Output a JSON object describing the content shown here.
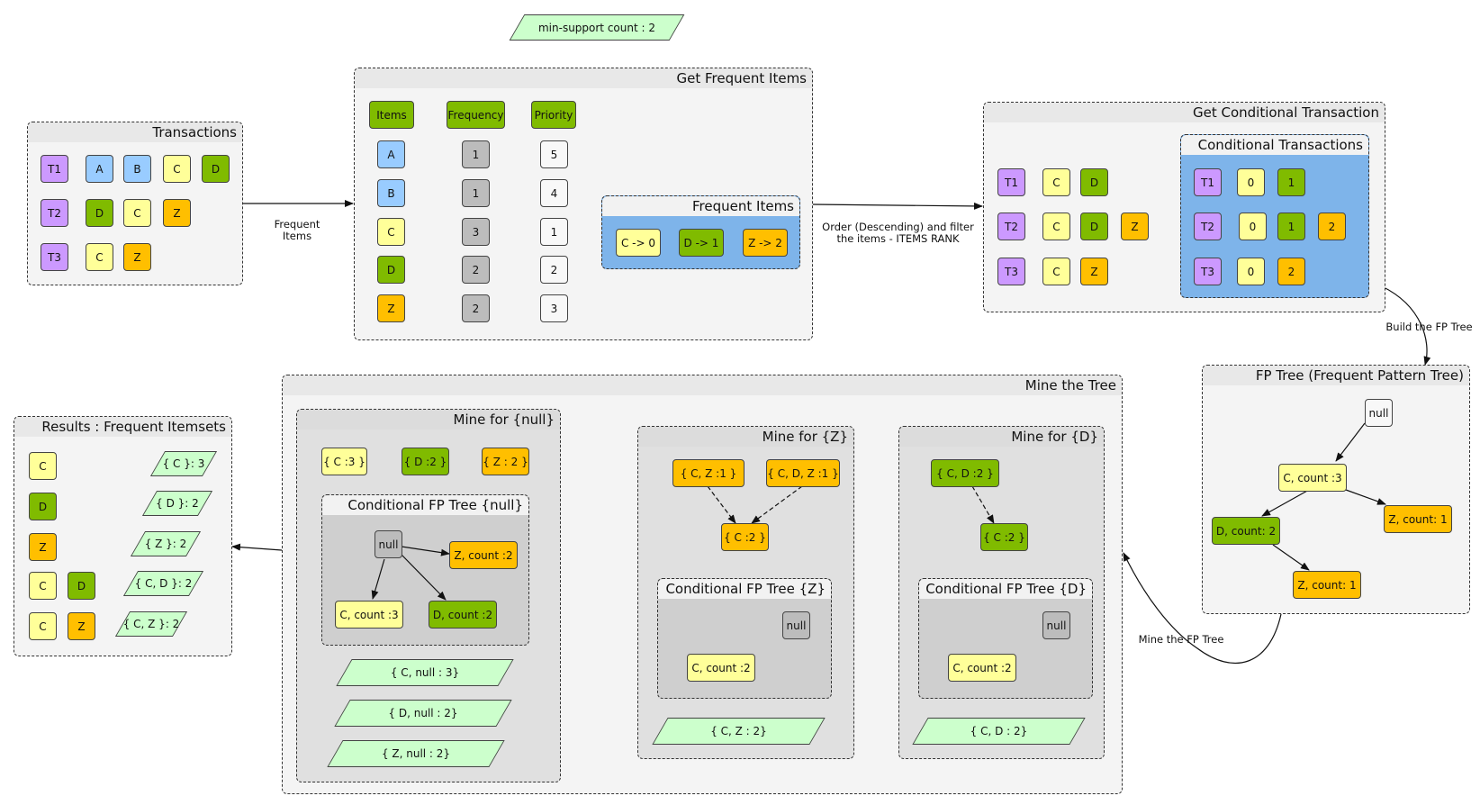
{
  "min_support": "min-support count : 2",
  "transactions": {
    "title": "Transactions",
    "rows": [
      {
        "id": "T1",
        "items": [
          "A",
          "B",
          "C",
          "D"
        ]
      },
      {
        "id": "T2",
        "items": [
          "D",
          "C",
          "Z"
        ]
      },
      {
        "id": "T3",
        "items": [
          "C",
          "Z"
        ]
      }
    ]
  },
  "edge_frequent_items": "Frequent\nItems",
  "get_frequent_items": {
    "title": "Get Frequent Items",
    "headers": [
      "Items",
      "Frequency",
      "Priority"
    ],
    "items": [
      "A",
      "B",
      "C",
      "D",
      "Z"
    ],
    "frequency": [
      "1",
      "1",
      "3",
      "2",
      "2"
    ],
    "priority": [
      "5",
      "4",
      "1",
      "2",
      "3"
    ],
    "frequent_items": {
      "title": "Frequent Items",
      "entries": [
        "C -> 0",
        "D -> 1",
        "Z -> 2"
      ]
    }
  },
  "edge_order": "Order (Descending) and filter\nthe items - ITEMS RANK",
  "get_conditional_transaction": {
    "title": "Get Conditional Transaction",
    "rows": [
      {
        "id": "T1",
        "items": [
          "C",
          "D"
        ]
      },
      {
        "id": "T2",
        "items": [
          "C",
          "D",
          "Z"
        ]
      },
      {
        "id": "T3",
        "items": [
          "C",
          "Z"
        ]
      }
    ],
    "conditional": {
      "title": "Conditional Transactions",
      "rows": [
        {
          "id": "T1",
          "items": [
            "0",
            "1"
          ]
        },
        {
          "id": "T2",
          "items": [
            "0",
            "1",
            "2"
          ]
        },
        {
          "id": "T3",
          "items": [
            "0",
            "2"
          ]
        }
      ]
    }
  },
  "edge_build": "Build the FP Tree",
  "fp_tree": {
    "title": "FP Tree (Frequent Pattern Tree)",
    "nodes": {
      "root": "null",
      "c": "C, count :3",
      "d": "D, count: 2",
      "z1": "Z, count: 1",
      "z2": "Z, count: 1"
    }
  },
  "edge_mine": "Mine the FP Tree",
  "mine_tree": {
    "title": "Mine the Tree",
    "null": {
      "title": "Mine for {null}",
      "items": [
        "{ C :3 }",
        "{ D :2 }",
        "{ Z : 2 }"
      ],
      "tree_title": "Conditional FP Tree {null}",
      "tree": {
        "root": "null",
        "z": "Z, count :2",
        "c": "C, count :3",
        "d": "D, count :2"
      },
      "results": [
        "{ C, null : 3}",
        "{ D, null : 2}",
        "{ Z, null : 2}"
      ]
    },
    "z": {
      "title": "Mine for {Z}",
      "items": [
        "{ C, Z :1 }",
        "{ C, D, Z :1 }",
        "{ C :2 }"
      ],
      "tree_title": "Conditional FP Tree {Z}",
      "tree": {
        "root": "null",
        "c": "C, count :2"
      },
      "result": "{ C, Z : 2}"
    },
    "d": {
      "title": "Mine for {D}",
      "items": [
        "{ C, D :2 }",
        "{ C :2 }"
      ],
      "tree_title": "Conditional FP Tree {D}",
      "tree": {
        "root": "null",
        "c": "C, count :2"
      },
      "result": "{ C, D : 2}"
    }
  },
  "results": {
    "title": "Results : Frequent Itemsets",
    "rows": [
      {
        "items": [
          "C"
        ],
        "label": "{ C }: 3"
      },
      {
        "items": [
          "D"
        ],
        "label": "{ D }: 2"
      },
      {
        "items": [
          "Z"
        ],
        "label": "{ Z }: 2"
      },
      {
        "items": [
          "C",
          "D"
        ],
        "label": "{ C, D }: 2"
      },
      {
        "items": [
          "C",
          "Z"
        ],
        "label": "{ C, Z }: 2"
      }
    ]
  },
  "colors": {
    "purple": "#cc99ff",
    "light_blue": "#99ccff",
    "yellow": "#ffff99",
    "green": "#80bb00",
    "orange": "#ffbf00",
    "gray": "#bcbcbc",
    "pale_green": "#ccffcc",
    "blue_panel": "#7eb4ea"
  }
}
